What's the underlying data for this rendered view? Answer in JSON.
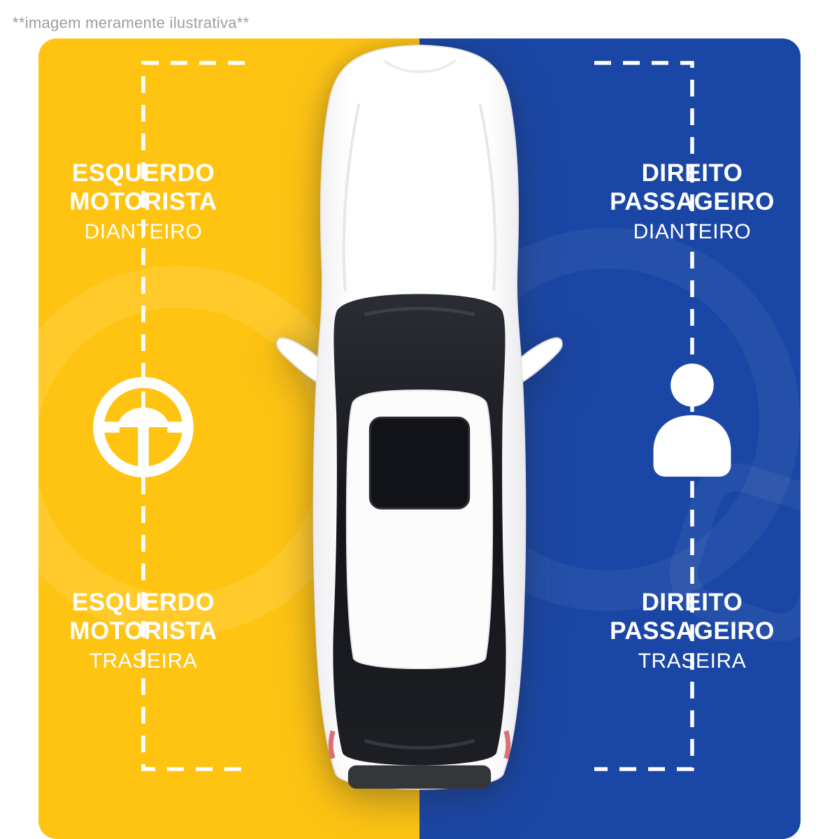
{
  "disclaimer": "**imagem meramente ilustrativa**",
  "colors": {
    "yellow": "#FFC412",
    "blue": "#1A47A5",
    "label_text": "#FFFFFF",
    "disclaimer_text": "#9E9E9E"
  },
  "labels": {
    "left_front": {
      "line1": "ESQUERDO",
      "line2": "MOTORISTA",
      "line3": "DIANTEIRO"
    },
    "right_front": {
      "line1": "DIREITO",
      "line2": "PASSAGEIRO",
      "line3": "DIANTEIRO"
    },
    "left_rear": {
      "line1": "ESQUERDO",
      "line2": "MOTORISTA",
      "line3": "TRASEIRA"
    },
    "right_rear": {
      "line1": "DIREITO",
      "line2": "PASSAGEIRO",
      "line3": "TRASEIRA"
    }
  },
  "icons": {
    "left": "steering-wheel-icon",
    "right": "person-icon"
  },
  "illustration": {
    "subject": "white car viewed from above"
  }
}
